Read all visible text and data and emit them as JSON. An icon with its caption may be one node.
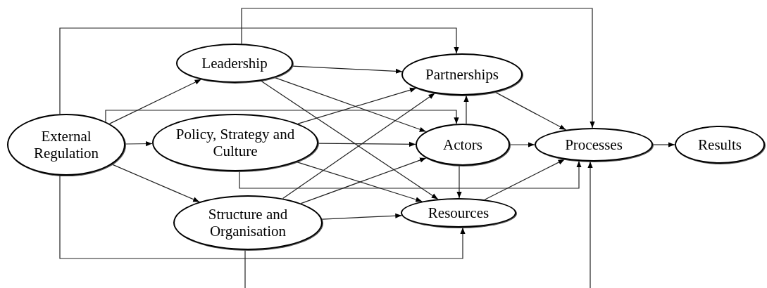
{
  "diagram": {
    "nodes": [
      {
        "text": [
          "External Regulation"
        ]
      },
      {
        "text": [
          "Leadership"
        ]
      },
      {
        "text": [
          "Policy, Strategy and Culture"
        ]
      },
      {
        "text": [
          "Structure and Organisation"
        ]
      },
      {
        "text": [
          "Partnerships"
        ]
      },
      {
        "text": [
          "Actors"
        ]
      },
      {
        "text": [
          "Processes"
        ]
      },
      {
        "text": [
          "Results"
        ]
      },
      {
        "text": [
          "Resources"
        ]
      }
    ],
    "edges": [
      {
        "from": 0,
        "to": 1,
        "arrow": "to"
      },
      {
        "from": 0,
        "to": 2,
        "arrow": "to"
      },
      {
        "from": 0,
        "to": 3,
        "arrow": "to"
      },
      {
        "from": 0,
        "to": 4,
        "arrow": "to"
      },
      {
        "from": 0,
        "to": 5,
        "arrow": "to"
      },
      {
        "from": 0,
        "to": 8,
        "arrow": "to"
      },
      {
        "from": 1,
        "to": 6,
        "arrow": "to"
      },
      {
        "from": 1,
        "to": 4,
        "arrow": "to"
      },
      {
        "from": 1,
        "to": 5,
        "arrow": "to"
      },
      {
        "from": 1,
        "to": 8,
        "arrow": "to"
      },
      {
        "from": 2,
        "to": 4,
        "arrow": "to"
      },
      {
        "from": 2,
        "to": 5,
        "arrow": "to"
      },
      {
        "from": 2,
        "to": 8,
        "arrow": "to"
      },
      {
        "from": 2,
        "to": 6,
        "arrow": "to"
      },
      {
        "from": 3,
        "to": 4,
        "arrow": "to"
      },
      {
        "from": 3,
        "to": 5,
        "arrow": "to"
      },
      {
        "from": 3,
        "to": 8,
        "arrow": "to"
      },
      {
        "from": 3,
        "to": null,
        "arrow": "none"
      },
      {
        "from": null,
        "to": 6,
        "arrow": "to"
      },
      {
        "from": 4,
        "to": 6,
        "arrow": "to"
      },
      {
        "from": 5,
        "to": 4,
        "arrow": "to"
      },
      {
        "from": 5,
        "to": 6,
        "arrow": "to"
      },
      {
        "from": 5,
        "to": 8,
        "arrow": "to"
      },
      {
        "from": 8,
        "to": 6,
        "arrow": "to"
      },
      {
        "from": 6,
        "to": 7,
        "arrow": "to"
      }
    ]
  }
}
